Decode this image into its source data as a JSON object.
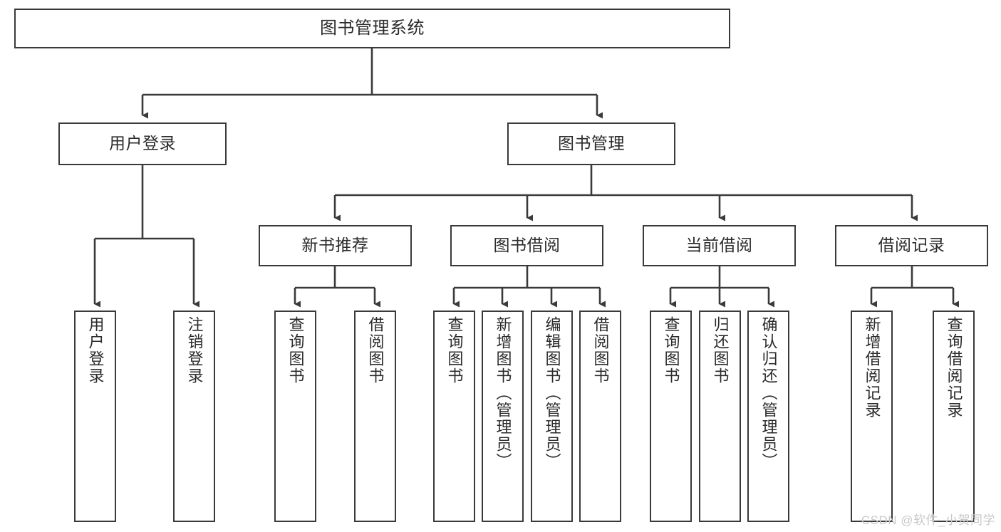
{
  "diagram": {
    "title": "图书管理系统",
    "type": "tree",
    "watermark": "CSDN @软件_小贺同学",
    "colors": {
      "box_border": "#3a3a3a",
      "box_fill": "#ffffff",
      "edge": "#3a3a3a",
      "text": "#2b2b2b",
      "watermark": "#c9c9c9"
    },
    "nodes": {
      "root": {
        "label": "图书管理系统"
      },
      "level2": [
        {
          "label": "用户登录"
        },
        {
          "label": "图书管理"
        }
      ],
      "level3": [
        {
          "label": "新书推荐"
        },
        {
          "label": "图书借阅"
        },
        {
          "label": "当前借阅"
        },
        {
          "label": "借阅记录"
        }
      ],
      "leaves_user_login": [
        {
          "label": "用户登录"
        },
        {
          "label": "注销登录"
        }
      ],
      "leaves_new_book": [
        {
          "label": "查询图书"
        },
        {
          "label": "借阅图书"
        }
      ],
      "leaves_borrow": [
        {
          "label": "查询图书"
        },
        {
          "label": "新增图书（管理员）"
        },
        {
          "label": "编辑图书（管理员）"
        },
        {
          "label": "借阅图书"
        }
      ],
      "leaves_current": [
        {
          "label": "查询图书"
        },
        {
          "label": "归还图书"
        },
        {
          "label": "确认归还（管理员）"
        }
      ],
      "leaves_records": [
        {
          "label": "新增借阅记录"
        },
        {
          "label": "查询借阅记录"
        }
      ]
    }
  }
}
